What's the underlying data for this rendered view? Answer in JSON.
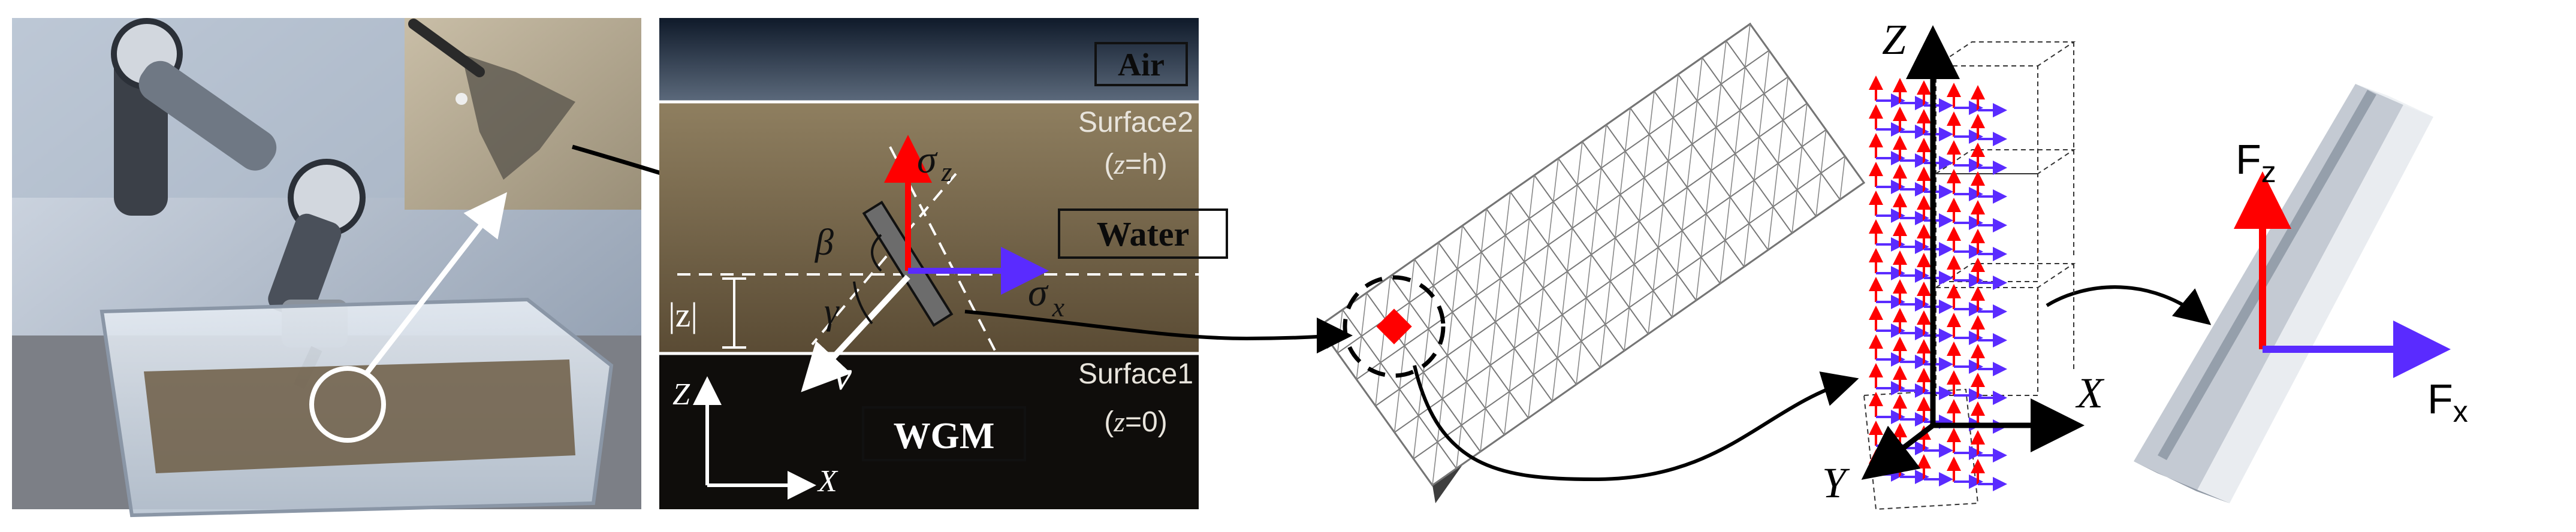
{
  "panel2": {
    "air_label": "Air",
    "surface2_label": "Surface2",
    "surface2_sub_left": "(",
    "surface2_sub_italic": "z",
    "surface2_sub_right": "=h)",
    "water_label": "Water",
    "surface1_label": "Surface1",
    "surface1_sub_left": "(",
    "surface1_sub_italic": "z",
    "surface1_sub_right": "=0)",
    "wgm_label": "WGM",
    "sigma_z_sym": "σ",
    "sigma_z_sub": "z",
    "sigma_x_sym": "σ",
    "sigma_x_sub": "x",
    "beta_label": "β",
    "gamma_label": "γ",
    "v_label": "v",
    "depth_label": "|z|",
    "axis_z": "Z",
    "axis_x": "X"
  },
  "panel4": {
    "axis_z": "Z",
    "axis_x": "X",
    "axis_y": "Y"
  },
  "panel5": {
    "fz_main": "F",
    "fz_sub": "z",
    "fx_main": "F",
    "fx_sub": "x"
  },
  "colors": {
    "force_red": "#ff0000",
    "force_blue": "#5a2bff",
    "element_red": "#ff0000",
    "scene_dark": "#15120f",
    "water_tone": "#7a6a50"
  }
}
